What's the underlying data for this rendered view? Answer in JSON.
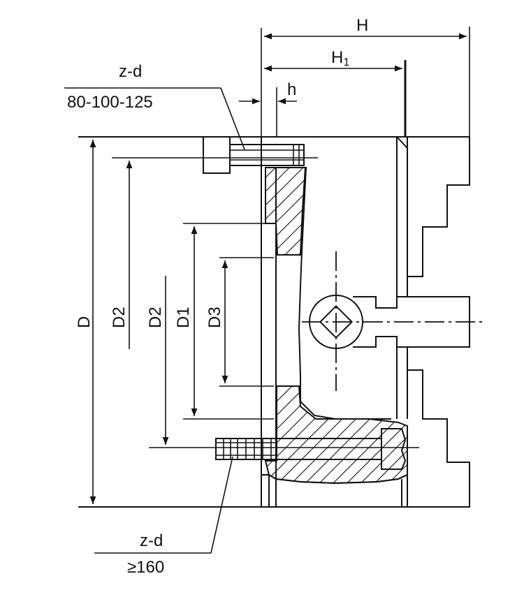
{
  "labels": {
    "H": "H",
    "H1": "H",
    "H1_sub": "1",
    "h": "h",
    "zd_top": "z-d",
    "sizes_top": "80-100-125",
    "D": "D",
    "D2_a": "D2",
    "D2_b": "D2",
    "D1": "D1",
    "D3": "D3",
    "zd_bottom": "z-d",
    "sizes_bottom": "≥160"
  },
  "colors": {
    "ink": "#111111",
    "paper": "#ffffff"
  }
}
